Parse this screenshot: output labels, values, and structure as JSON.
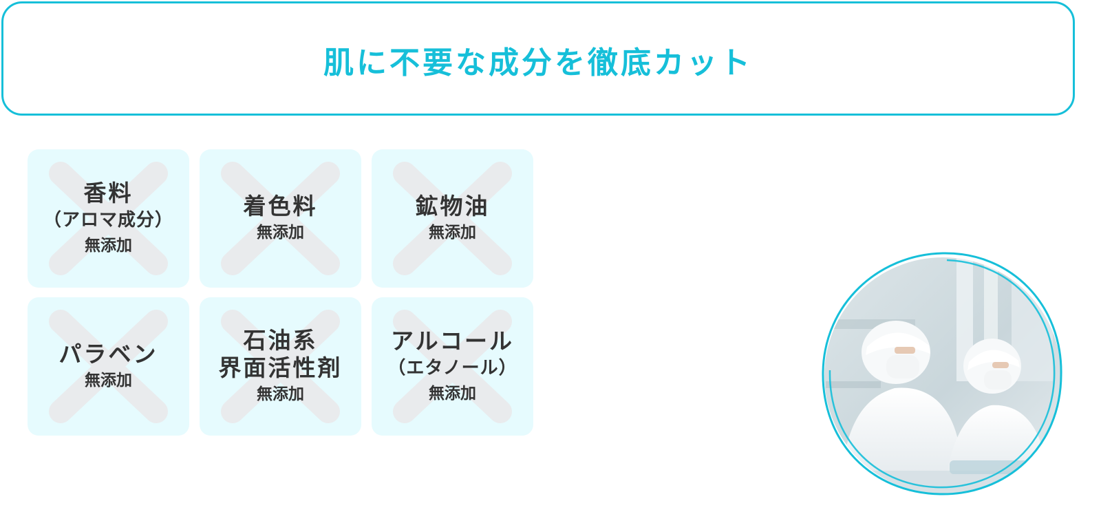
{
  "headline": "肌に不要な成分を徹底カット",
  "tiles": [
    {
      "lines": [
        "香料"
      ],
      "sub": "（アロマ成分）",
      "free": "無添加"
    },
    {
      "lines": [
        "着色料"
      ],
      "sub": "",
      "free": "無添加"
    },
    {
      "lines": [
        "鉱物油"
      ],
      "sub": "",
      "free": "無添加"
    },
    {
      "lines": [
        "パラベン"
      ],
      "sub": "",
      "free": "無添加"
    },
    {
      "lines": [
        "石油系",
        "界面活性剤"
      ],
      "sub": "",
      "free": "無添加"
    },
    {
      "lines": [
        "アルコール"
      ],
      "sub": "（エタノール）",
      "free": "無添加"
    }
  ],
  "colors": {
    "accent": "#16bfd9",
    "tile_bg": "#e6fbfe",
    "cross": "#e9ebed",
    "text": "#333333"
  },
  "photo": {
    "icon": "factory-workers-photo"
  }
}
